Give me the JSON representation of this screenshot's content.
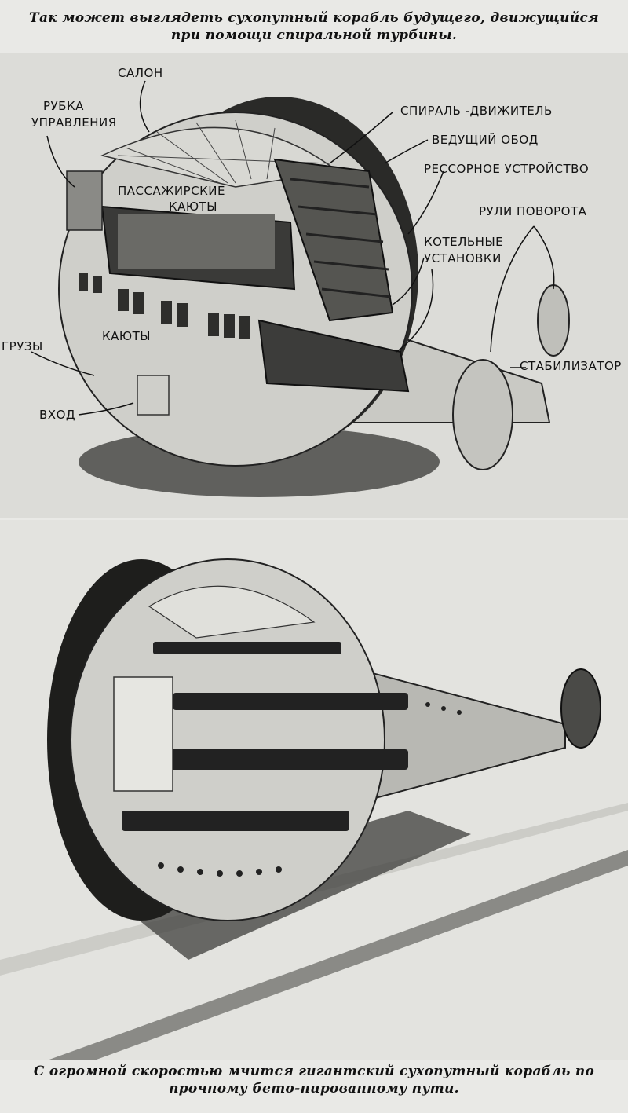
{
  "captions": {
    "top": "Так может выглядеть сухопутный корабль будущего, движущийся при помощи спиральной турбины.",
    "bottom": "С огромной скоростью мчится гигантский сухопутный корабль по прочному бето-нированному пути."
  },
  "diagram_labels": {
    "salon": "САЛОН",
    "control_room": [
      "РУБКА",
      "УПРАВЛЕНИЯ"
    ],
    "spiral_propeller": "СПИРАЛЬ -ДВИЖИТЕЛЬ",
    "drive_rim": "ВЕДУЩИЙ  ОБОД",
    "spring_device": "РЕССОРНОЕ УСТРОЙСТВО",
    "passenger_cabins": [
      "ПАССАЖИРСКИЕ",
      "КАЮТЫ"
    ],
    "rudders": "РУЛИ ПОВОРОТА",
    "boilers": [
      "КОТЕЛЬНЫЕ",
      "УСТАНОВКИ"
    ],
    "cabins": "КАЮТЫ",
    "cargo": "ГРУЗЫ",
    "stabilizer": "СТАБИЛИЗАТОР",
    "entrance": "ВХОД"
  },
  "colors": {
    "page": "#e9e9e6",
    "ink": "#111111",
    "hull": "#c9c9c4",
    "shadow": "#4a4a48"
  }
}
